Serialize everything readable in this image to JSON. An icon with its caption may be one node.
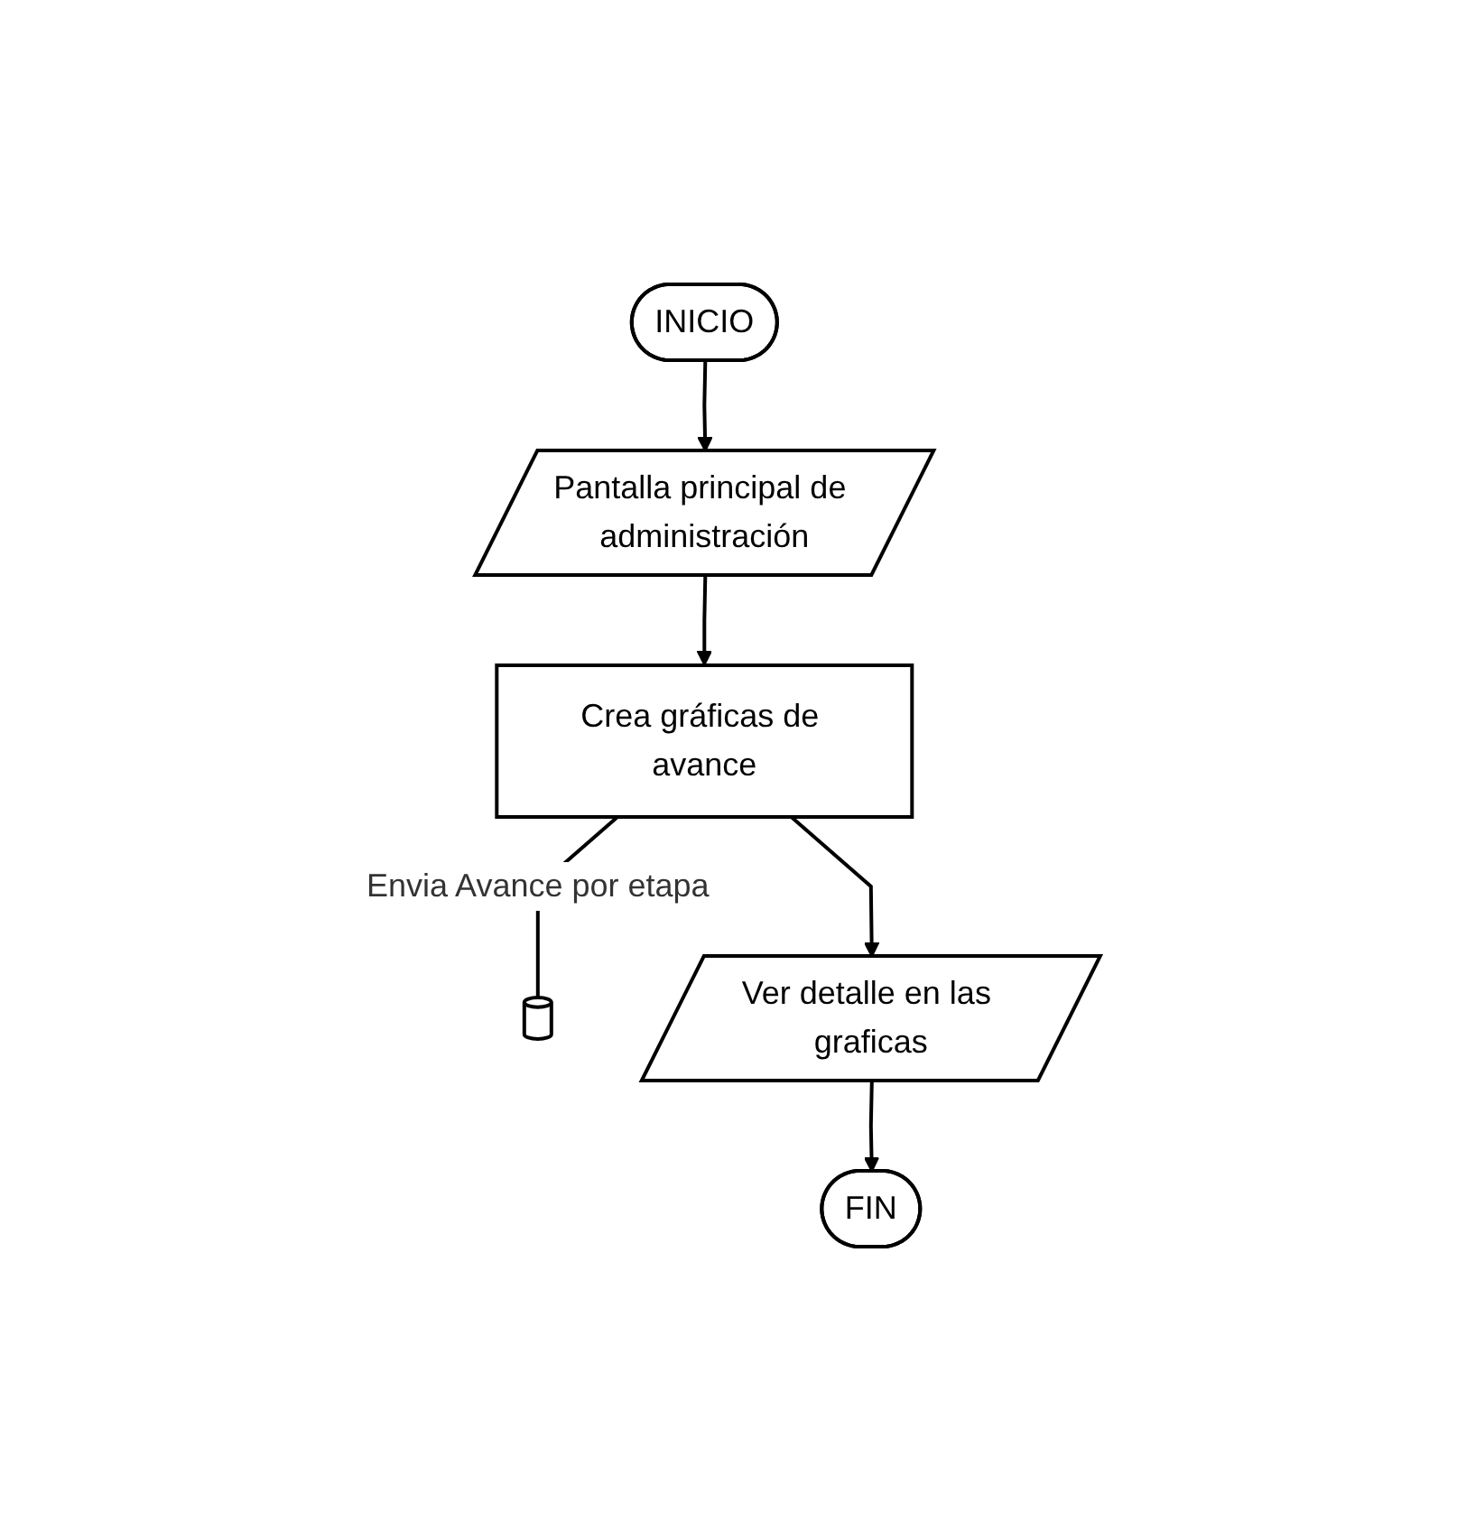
{
  "diagram": {
    "nodes": [
      {
        "text": [
          "INICIO"
        ]
      },
      {
        "text": [
          "Pantalla principal de administración"
        ]
      },
      {
        "text": [
          "Crea gráficas de avance"
        ]
      },
      {
        "text": [],
        "shape": "cylinder"
      },
      {
        "text": [
          "Ver detalle en las graficas"
        ]
      },
      {
        "text": [
          "FIN"
        ]
      }
    ],
    "edges": [
      {
        "from": 0,
        "to": 1,
        "arrow": "to"
      },
      {
        "from": 1,
        "to": 2,
        "arrow": "to"
      },
      {
        "from": 2,
        "to": 3,
        "arrow": "none",
        "label": "Envia Avance por etapa"
      },
      {
        "from": 2,
        "to": 4,
        "arrow": "to"
      },
      {
        "from": 4,
        "to": 5,
        "arrow": "to"
      }
    ]
  }
}
